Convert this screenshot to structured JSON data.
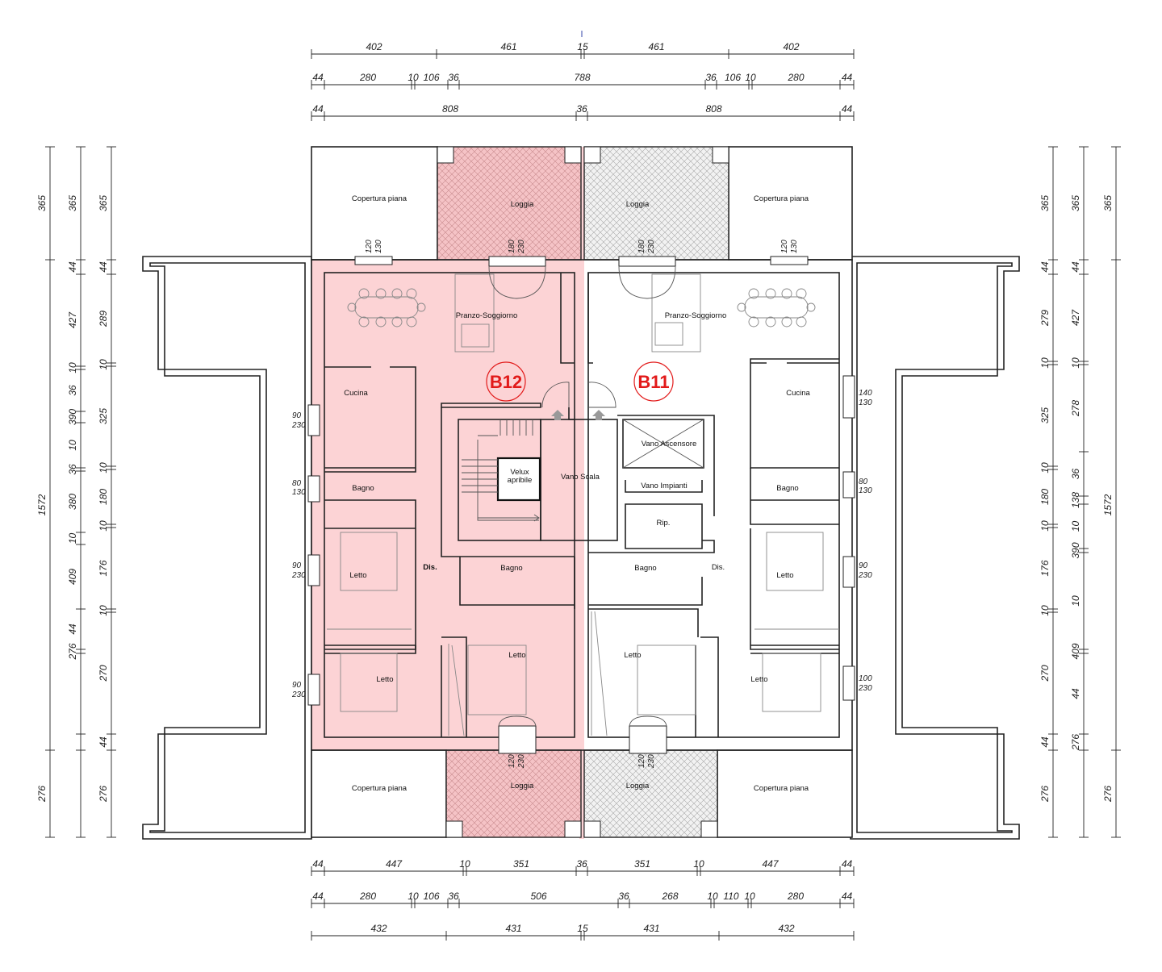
{
  "colors": {
    "unit_b12_fill": "#fcd3d5",
    "unit_b11_fill": "#ffffff",
    "unit_label": "#e21a1a",
    "loggia_b12": "#f2b7ba",
    "loggia_b11": "#dcdcdc",
    "walls": "#222222"
  },
  "units": {
    "b12": "B12",
    "b11": "B11"
  },
  "rooms": {
    "copertura_tl": "Copertura piana",
    "copertura_tr": "Copertura piana",
    "copertura_bl": "Copertura piana",
    "copertura_br": "Copertura piana",
    "loggia_tl": "Loggia",
    "loggia_tr": "Loggia",
    "loggia_bl": "Loggia",
    "loggia_br": "Loggia",
    "pranzo_left": "Pranzo-Soggiorno",
    "pranzo_right": "Pranzo-Soggiorno",
    "cucina_left": "Cucina",
    "cucina_right": "Cucina",
    "bagno_left_1": "Bagno",
    "bagno_right_1": "Bagno",
    "letto_left_1": "Letto",
    "letto_left_2": "Letto",
    "letto_left_3": "Letto",
    "letto_right_1": "Letto",
    "letto_right_2": "Letto",
    "letto_right_3": "Letto",
    "dis_left": "Dis.",
    "dis_right": "Dis.",
    "bagno_left_2": "Bagno",
    "bagno_right_2": "Bagno",
    "velux_1": "Velux",
    "velux_2": "apribile",
    "vano_scala": "Vano Scala",
    "vano_ascensore": "Vano Ascensore",
    "vano_impianti": "Vano Impianti",
    "rip": "Rip."
  },
  "dims": {
    "top1": [
      "402",
      "461",
      "15",
      "461",
      "402"
    ],
    "top2": [
      "44",
      "280",
      "10",
      "106",
      "36",
      "788",
      "36",
      "106",
      "10",
      "280",
      "44"
    ],
    "top3": [
      "44",
      "808",
      "36",
      "808",
      "44"
    ],
    "bot1": [
      "44",
      "447",
      "10",
      "351",
      "36",
      "351",
      "10",
      "447",
      "44"
    ],
    "bot2": [
      "44",
      "280",
      "10",
      "106",
      "36",
      "506",
      "36",
      "268",
      "10",
      "110",
      "10",
      "280",
      "44"
    ],
    "bot3": [
      "432",
      "431",
      "15",
      "431",
      "432"
    ],
    "left1": [
      "365",
      "1572",
      "276"
    ],
    "left2": [
      "365",
      "44",
      "427",
      "10",
      "36",
      "390",
      "10",
      "36",
      "380",
      "10",
      "409",
      "44",
      "276"
    ],
    "left3": [
      "365",
      "44",
      "289",
      "10",
      "325",
      "10",
      "180",
      "10",
      "176",
      "10",
      "270",
      "44",
      "276"
    ],
    "right1": [
      "365",
      "44",
      "279",
      "10",
      "325",
      "10",
      "180",
      "10",
      "176",
      "10",
      "270",
      "44",
      "276"
    ],
    "right2": [
      "365",
      "44",
      "427",
      "10",
      "278",
      "36",
      "138",
      "10",
      "390",
      "10",
      "409",
      "44",
      "276"
    ],
    "right3": [
      "365",
      "1572",
      "276"
    ]
  },
  "openings": {
    "w_top_l": [
      "120",
      "130"
    ],
    "w_top_r": [
      "120",
      "130"
    ],
    "d_top_l": [
      "180",
      "230"
    ],
    "d_top_r": [
      "180",
      "230"
    ],
    "w_l1": [
      "90",
      "230"
    ],
    "w_l2": [
      "80",
      "130"
    ],
    "w_l3": [
      "90",
      "230"
    ],
    "w_l4": [
      "90",
      "230"
    ],
    "w_r1": [
      "140",
      "130"
    ],
    "w_r2": [
      "80",
      "130"
    ],
    "w_r3": [
      "90",
      "230"
    ],
    "w_r4": [
      "100",
      "230"
    ],
    "d_bot_l": [
      "120",
      "230"
    ],
    "d_bot_r": [
      "120",
      "230"
    ]
  }
}
